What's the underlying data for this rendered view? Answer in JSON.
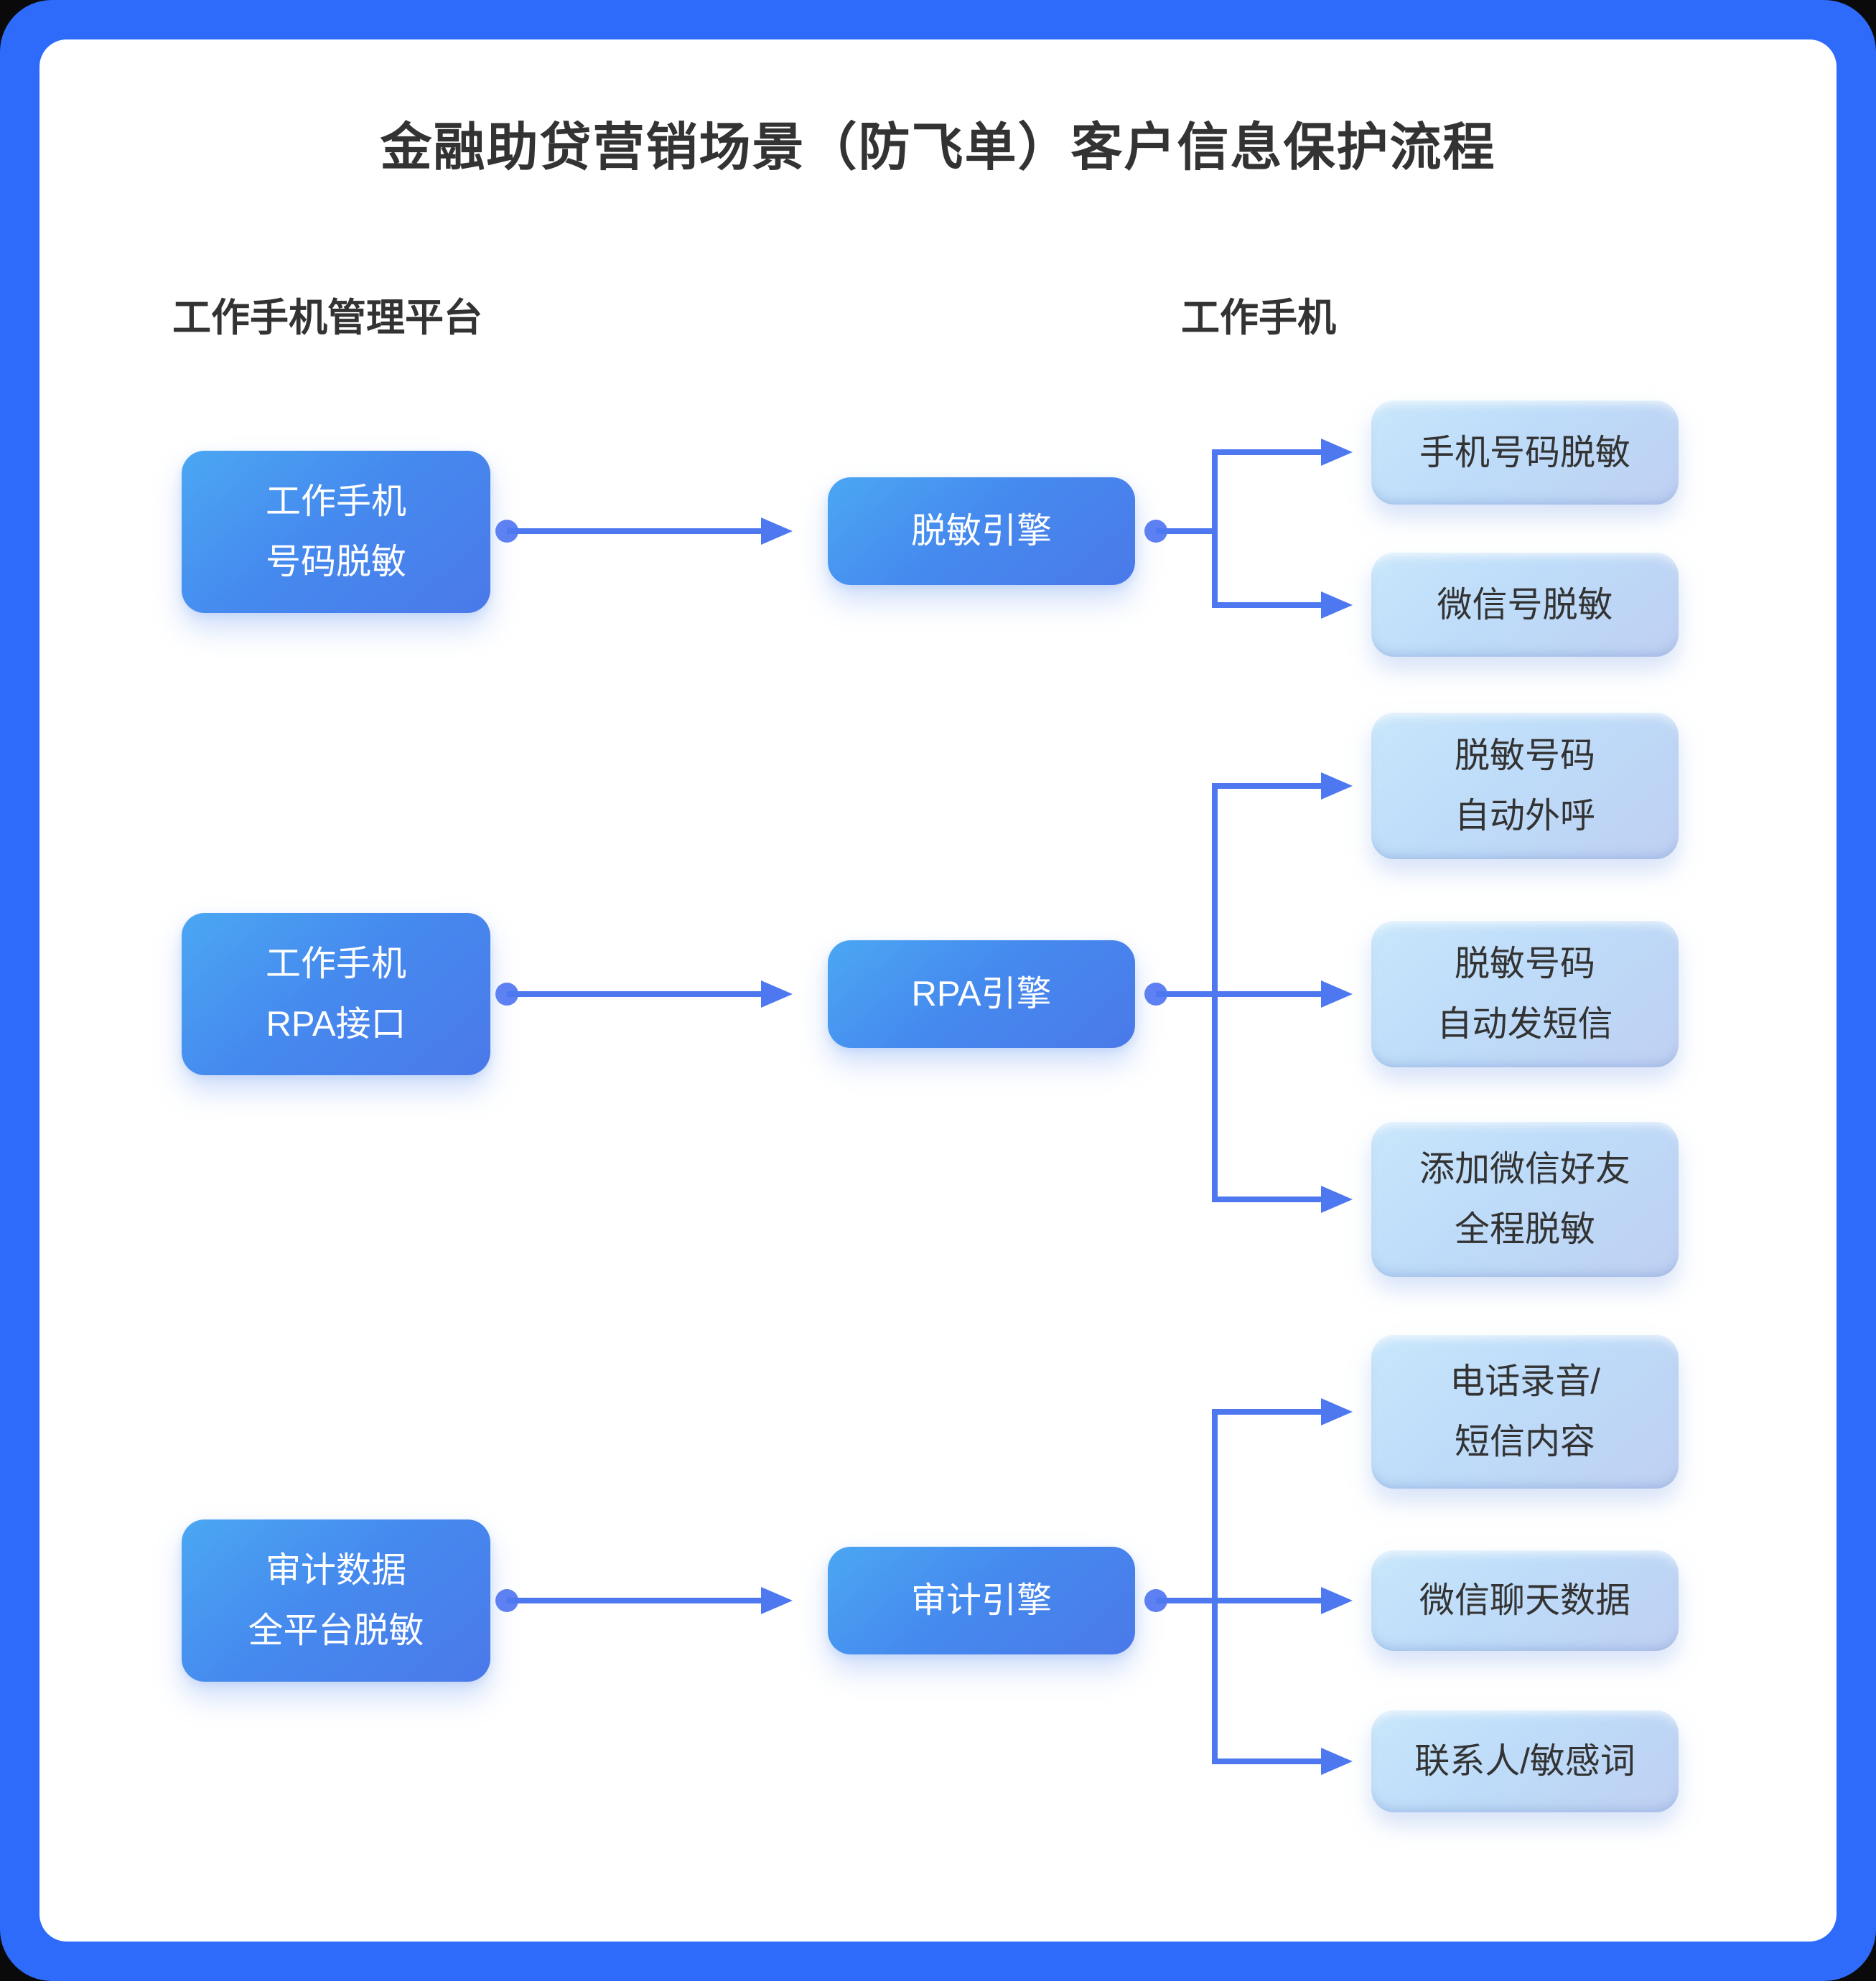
{
  "title": "金融助贷营销场景（防飞单）客户信息保护流程",
  "headers": {
    "left": "工作手机管理平台",
    "right": "工作手机"
  },
  "flows": [
    {
      "source": {
        "line1": "工作手机",
        "line2": "号码脱敏"
      },
      "engine": "脱敏引擎",
      "outputs": [
        {
          "line1": "手机号码脱敏"
        },
        {
          "line1": "微信号脱敏"
        }
      ]
    },
    {
      "source": {
        "line1": "工作手机",
        "line2": "RPA接口"
      },
      "engine": "RPA引擎",
      "outputs": [
        {
          "line1": "脱敏号码",
          "line2": "自动外呼"
        },
        {
          "line1": "脱敏号码",
          "line2": "自动发短信"
        },
        {
          "line1": "添加微信好友",
          "line2": "全程脱敏"
        }
      ]
    },
    {
      "source": {
        "line1": "审计数据",
        "line2": "全平台脱敏"
      },
      "engine": "审计引擎",
      "outputs": [
        {
          "line1": "电话录音/",
          "line2": "短信内容"
        },
        {
          "line1": "微信聊天数据"
        },
        {
          "line1": "联系人/敏感词"
        }
      ]
    }
  ],
  "colors": {
    "frame_blue": "#2e6bfa",
    "canvas_white": "#ffffff",
    "node_dark_gradient_start": "#4ba7f3",
    "node_dark_gradient_end": "#4b79e9",
    "node_light_gradient_start": "#c8e6fb",
    "node_light_gradient_end": "#bfd0f2",
    "connector_line": "#4d78f0",
    "connector_dot": "#5e81f2",
    "title_text": "#333333",
    "node_dark_text": "#ffffff",
    "node_light_text": "#333333"
  }
}
